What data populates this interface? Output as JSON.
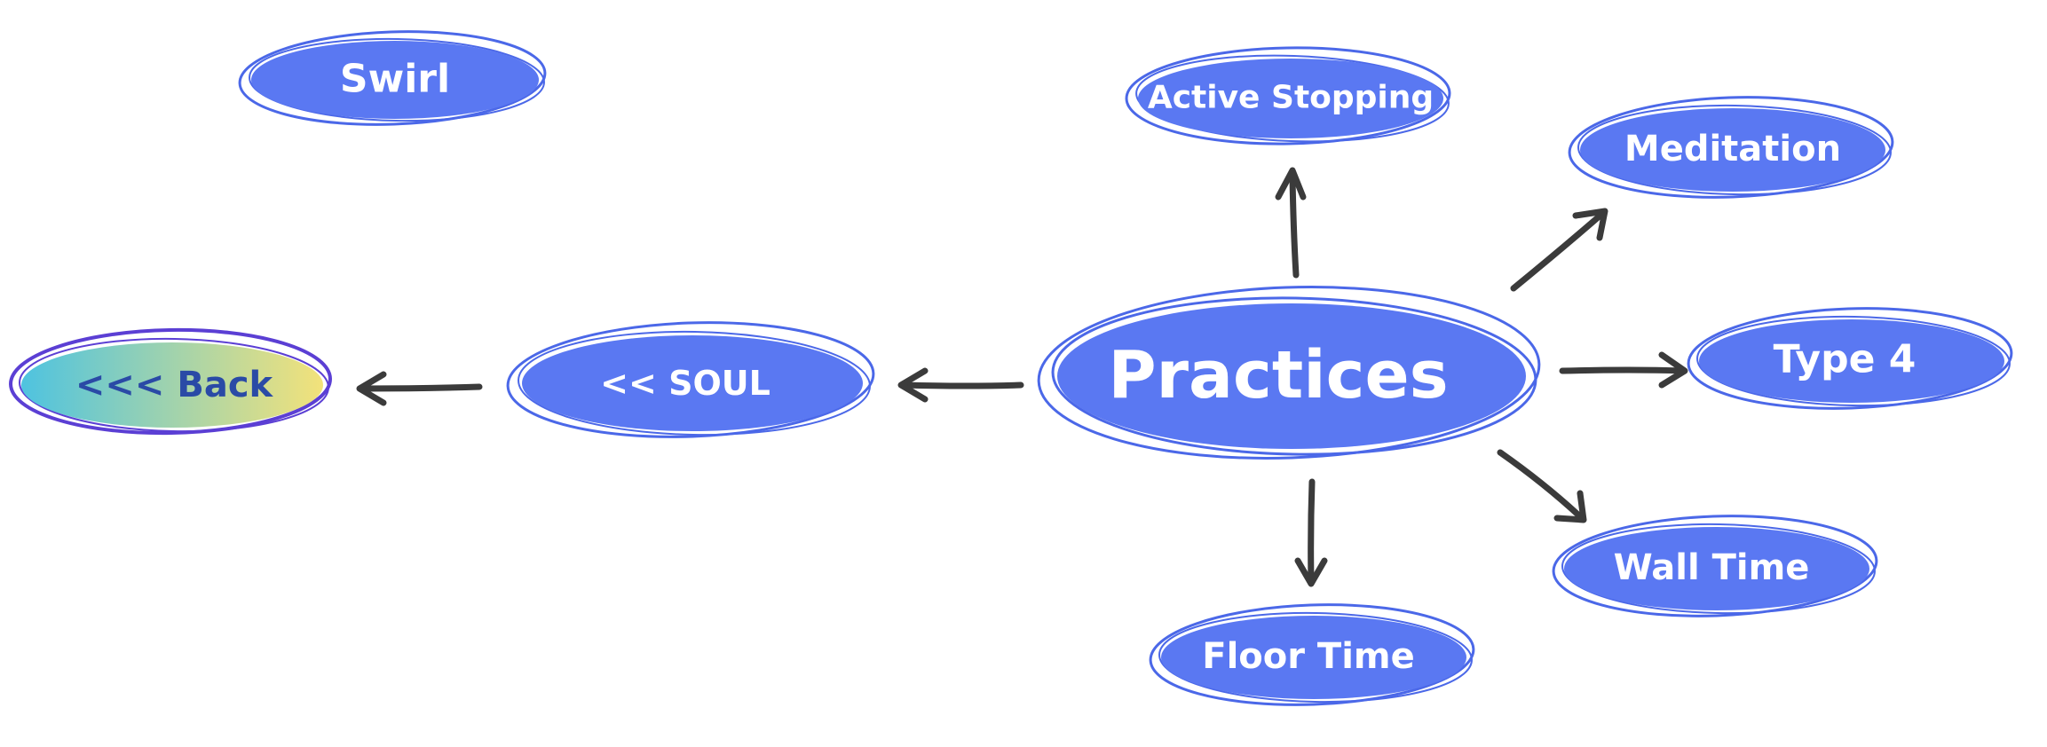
{
  "nodes": {
    "swirl": "Swirl",
    "back": "<<< Back",
    "soul": "<< SOUL",
    "practices": "Practices",
    "active_stopping": "Active Stopping",
    "meditation": "Meditation",
    "type4": "Type 4",
    "wall_time": "Wall Time",
    "floor_time": "Floor Time"
  },
  "colors": {
    "node_fill": "#5a78f2",
    "node_outline": "#4b68e8",
    "text": "#ffffff",
    "arrow": "#3b3b3b",
    "back_outline": "#5b3fd4",
    "back_gradient_start": "#4ec3e0",
    "back_gradient_end": "#f3e27a",
    "back_text": "#2a4aa6"
  }
}
